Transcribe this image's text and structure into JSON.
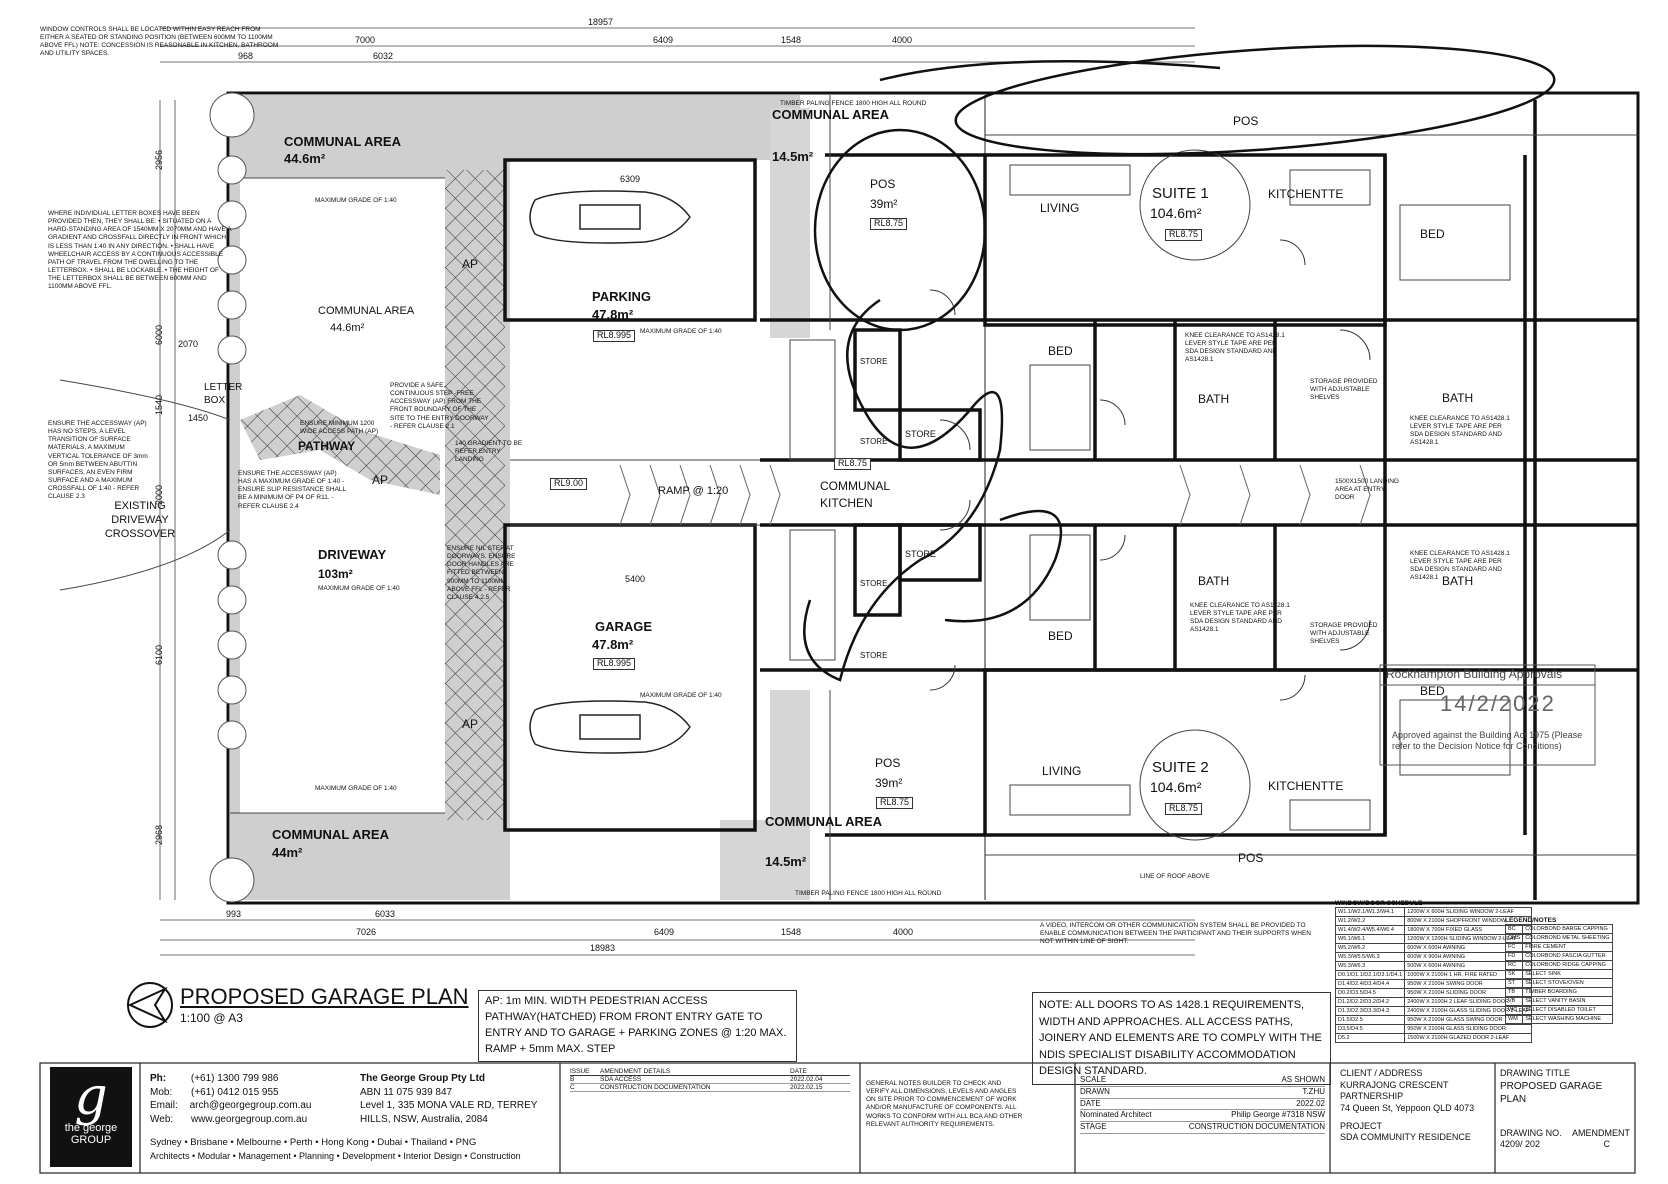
{
  "top_note": "WINDOW CONTROLS SHALL BE LOCATED WITHIN EASY REACH FROM EITHER A SEATED OR STANDING POSITION (BETWEEN 600MM TO 1100MM ABOVE FFL) NOTE: CONCESSION IS REASONABLE IN KITCHEN, BATHROOM AND UTILITY SPACES.",
  "letterbox_note": "WHERE INDIVIDUAL LETTER BOXES HAVE BEEN PROVIDED THEN, THEY SHALL BE: • SITUATED ON A HARD-STANDING AREA OF 1540MM X 2070MM AND HAVE A GRADIENT AND CROSSFALL DIRECTLY IN FRONT WHICH IS LESS THAN 1:40 IN ANY DIRECTION. • SHALL HAVE WHEELCHAIR ACCESS BY A CONTINUOUS ACCESSIBLE PATH OF TRAVEL FROM THE DWELLING TO THE LETTERBOX. • SHALL BE LOCKABLE. • THE HEIGHT OF THE LETTERBOX SHALL BE BETWEEN 600MM AND 1100MM ABOVE FFL.",
  "accessway_note": "ENSURE THE ACCESSWAY (AP) HAS NO STEPS, A LEVEL TRANSITION OF SURFACE MATERIALS, A MAXIMUM VERTICAL TOLERANCE OF 3mm OR 5mm BETWEEN ABUTTIN SURFACES, AN EVEN FIRM SURFACE AND A MAXIMUM CROSSFALL OF 1:40 - REFER CLAUSE 2.3",
  "ap_gradient_note": "ENSURE THE ACCESSWAY (AP) HAS A MAXIMUM GRADE OF 1:40 - ENSURE SLIP RESISTANCE SHALL BE A MINIMUM OF P4 OF R11. -REFER CLAUSE 2.4",
  "ap_width_note": "ENSURE MINIMUM 1200 WIDE ACCESS PATH (AP)",
  "step_note": "PROVIDE A SAFE, CONTINUOUS STEP -FREE ACCESSWAY (AP) FROM THE FRONT BOUNDARY OF THE SITE TO THE ENTRY DOORWAY - REFER CLAUSE 2.1",
  "nil_step_note": "ENSURE NIL STEP AT DOORWAYS. ENSURE DOOR HANDLES ARE FITTED BETWEEN 900MM TO 1100MM ABOVE FFL - REFER CLAUSE 4.2.5",
  "landing_note": "140 GRADIENT TO BE REFER ENTRY LANDING",
  "intercom_note": "A VIDEO, INTERCOM OR OTHER COMMUNICATION SYSTEM SHALL BE PROVIDED TO ENABLE COMMUNICATION BETWEEN THE PARTICIPANT AND THEIR SUPPORTS WHEN NOT WITHIN LINE OF SIGHT.",
  "knee_note": "KNEE CLEARANCE TO AS1428.1 LEVER STYLE TAPE ARE PER SDA DESIGN STANDARD AND AS1428.1",
  "storage_note": "STORAGE PROVIDED WITH ADJUSTABLE SHELVES",
  "landing_area_note": "1500X1500 LANDING AREA AT ENTRY DOOR",
  "fence_note": "TIMBER PALING FENCE 1800 HIGH ALL ROUND",
  "roof_line": "LINE OF ROOF ABOVE",
  "rooms": {
    "communal_area_top": {
      "name": "COMMUNAL AREA",
      "area": "44.6m²"
    },
    "communal_area_mid": {
      "name": "COMMUNAL AREA",
      "area": "44.6m²"
    },
    "communal_area_bot": {
      "name": "COMMUNAL AREA",
      "area": "44m²"
    },
    "communal_area_tr": {
      "name": "COMMUNAL AREA",
      "area": "14.5m²"
    },
    "communal_area_br": {
      "name": "COMMUNAL AREA",
      "area": "14.5m²"
    },
    "parking": {
      "name": "PARKING",
      "area": "47.8m²",
      "rl": "RL8.995"
    },
    "garage": {
      "name": "GARAGE",
      "area": "47.8m²",
      "rl": "RL8.995"
    },
    "driveway": {
      "name": "DRIVEWAY",
      "area": "103m²"
    },
    "pathway": "PATHWAY",
    "existing_driveway": "EXISTING DRIVEWAY CROSSOVER",
    "letterbox": "LETTER BOX",
    "pos1": {
      "name": "POS",
      "area": "39m²",
      "rl": "RL8.75"
    },
    "pos2": {
      "name": "POS",
      "area": "39m²",
      "rl": "RL8.75"
    },
    "pos_top": "POS",
    "pos_bot": "POS",
    "suite1": {
      "name": "SUITE 1",
      "area": "104.6m²",
      "rl": "RL8.75"
    },
    "suite2": {
      "name": "SUITE 2",
      "area": "104.6m²",
      "rl": "RL8.75"
    },
    "living": "LIVING",
    "kitchenette": "KITCHENTTE",
    "bed": "BED",
    "bath": "BATH",
    "store": "STORE",
    "communal_kitchen": "COMMUNAL KITCHEN",
    "ramp": "RAMP @ 1:20",
    "ap": "AP",
    "max_grade": "MAXIMUM GRADE OF 1:40",
    "rl_ramp": "RL8.75",
    "rl_path": "RL9.00"
  },
  "dims": {
    "top": [
      "18957",
      "7000",
      "6409",
      "1548",
      "4000",
      "6032",
      "968",
      "6309",
      "5400"
    ],
    "bottom": [
      "993",
      "6033",
      "7026",
      "6409",
      "1548",
      "4000",
      "18983"
    ],
    "left": [
      "2956",
      "6000",
      "2070",
      "1540",
      "1450",
      "2000",
      "6100",
      "2968"
    ]
  },
  "stamp": {
    "title": "Rockhampton Building Approvals",
    "date": "14/2/2022",
    "text": "Approved against the Building Act 1975 (Please refer to the Decision Notice for Conditions)"
  },
  "plan_title": "PROPOSED GARAGE PLAN",
  "plan_scale": "1:100 @ A3",
  "ap_note": "AP: 1m MIN. WIDTH PEDESTRIAN ACCESS PATHWAY(HATCHED) FROM FRONT ENTRY GATE TO ENTRY AND TO GARAGE + PARKING ZONES @ 1:20 MAX. RAMP + 5mm MAX. STEP",
  "doors_note": "NOTE: ALL DOORS TO AS 1428.1 REQUIREMENTS, WIDTH AND APPROACHES. ALL ACCESS PATHS, JOINERY AND ELEMENTS ARE TO COMPLY WITH THE NDIS SPECIALIST DISABILITY ACCOMMODATION DESIGN STANDARD.",
  "schedule": {
    "title": "WINDOW/DOOR SCHEDULE",
    "rows": [
      [
        "W1.1/W2.1/W1.3/W4.1",
        "1200W X 600H SLIDING WINDOW 2-LEAF"
      ],
      [
        "W1.2/W2.2",
        "800W X 2100H SHOPFRONT WINDOW"
      ],
      [
        "W1.4/W2.4/W5.4/W6.4",
        "1800W X 700H FIXED GLASS"
      ],
      [
        "W5.1/W6.1",
        "1200W X 1200H SLIDING WINDOW 2-LEAF"
      ],
      [
        "W5.2/W6.2",
        "600W X 600H AWNING"
      ],
      [
        "W5.3/W5.5/W6.3",
        "600W X 900H AWNING"
      ],
      [
        "W5.3/W6.3",
        "500W X 600H AWNING"
      ],
      [
        "D0.1/D1.1/D2.1/D3.1/D4.1",
        "1000W X 2100H 1 HR. FIRE RATED"
      ],
      [
        "D1.4/D2.4/D3.4/D4.4",
        "950W X 2100H SWING DOOR"
      ],
      [
        "D0.2/D3.5/D4.5",
        "950W X 2100H SLIDING DOOR"
      ],
      [
        "D1.2/D2.2/D3.2/D4.2",
        "2400W X 2100H 2 LEAF SLIDING DOOR"
      ],
      [
        "D1.3/D2.3/D3.3/D4.3",
        "2400W X 2100H GLASS SLIDING DOOR 2-LEAF"
      ],
      [
        "D1.5/D2.5",
        "950W X 2100H GLASS SWING DOOR"
      ],
      [
        "D3.5/D4.5",
        "950W X 2100H GLASS SLIDING DOOR"
      ],
      [
        "D5.2",
        "1500W X 2100H GLAZED DOOR 2-LEAF"
      ]
    ]
  },
  "legend": {
    "title": "LEGEND/NOTES",
    "rows": [
      [
        "BC",
        "COLORBOND BARGE CAPPING"
      ],
      [
        "CMS",
        "COLORBOND METAL SHEETING"
      ],
      [
        "FC",
        "FIBRE CEMENT"
      ],
      [
        "FD",
        "COLORBOND FASCIA GUTTER"
      ],
      [
        "RC",
        "COLORBOND RIDGE CAPPING"
      ],
      [
        "SK",
        "SELECT SINK"
      ],
      [
        "ST",
        "SELECT STOVE/OVEN"
      ],
      [
        "TB",
        "TIMBER BOARDING"
      ],
      [
        "VB",
        "SELECT VANITY BASIN"
      ],
      [
        "WC",
        "SELECT DISABLED TOILET"
      ],
      [
        "WM",
        "SELECT WASHING MACHINE"
      ]
    ]
  },
  "titleblock": {
    "logo": "the george GROUP",
    "ph_label": "Ph:",
    "ph": "(+61) 1300 799 986",
    "mob_label": "Mob:",
    "mob": "(+61) 0412 015 955",
    "email_label": "Email:",
    "email": "arch@georgegroup.com.au",
    "web_label": "Web:",
    "web": "www.georgegroup.com.au",
    "company": "The George Group Pty Ltd",
    "abn": "ABN 11 075 939 847",
    "addr1": "Level 1, 335 MONA VALE RD, TERREY",
    "addr2": "HILLS, NSW, Australia, 2084",
    "cities": "Sydney • Brisbane • Melbourne • Perth • Hong Kong • Dubai • Thailand • PNG",
    "services": "Architects • Modular • Management • Planning • Development • Interior Design • Construction",
    "issue_h": "ISSUE",
    "amend_h": "AMENDMENT DETAILS",
    "date_h": "DATE",
    "issues": [
      [
        "B",
        "SDA ACCESS",
        "2022.02.04"
      ],
      [
        "C",
        "CONSTRUCTION DOCUMENTATION",
        "2022.02.15"
      ]
    ],
    "general_notes": "GENERAL NOTES BUILDER TO CHECK AND VERIFY ALL DIMENSIONS, LEVELS AND ANGLES ON SITE PRIOR TO COMMENCEMENT OF WORK AND/OR MANUFACTURE OF COMPONENTS. ALL WORKS TO CONFORM WITH ALL BCA AND OTHER RELEVANT AUTHORITY REQUIREMENTS.",
    "scale_l": "SCALE",
    "scale": "AS SHOWN",
    "drawn_l": "DRAWN",
    "drawn": "T.ZHU",
    "date_l": "DATE",
    "date": "2022.02",
    "arch_l": "Nominated Architect",
    "arch": "Philip George #7318 NSW",
    "stage_l": "STAGE",
    "stage": "CONSTRUCTION DOCUMENTATION",
    "client_l": "CLIENT / ADDRESS",
    "client": "KURRAJONG CRESCENT PARTNERSHIP",
    "address": "74 Queen St, Yeppoon QLD 4073",
    "project_l": "PROJECT",
    "project": "SDA COMMUNITY RESIDENCE",
    "title_l": "DRAWING TITLE",
    "title": "PROPOSED GARAGE PLAN",
    "dno_l": "DRAWING NO.",
    "dno": "4209/ 202",
    "amd_l": "AMENDMENT",
    "amd": "C"
  }
}
